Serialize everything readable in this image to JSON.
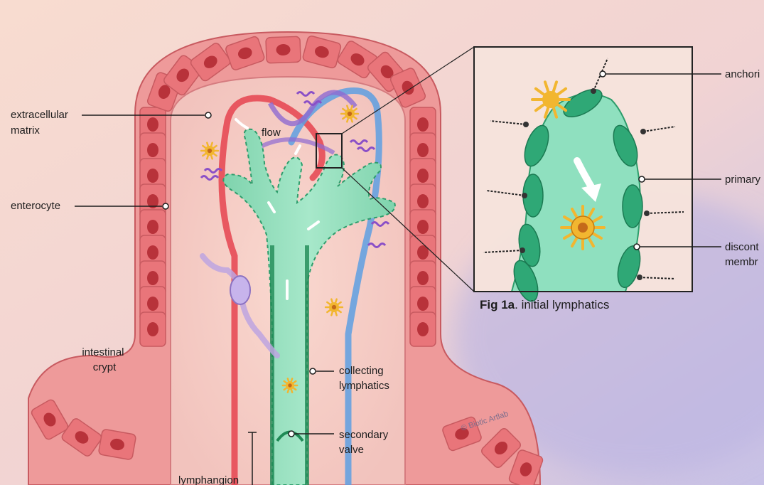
{
  "labels": {
    "extracellular_matrix": [
      "extracellular",
      "matrix"
    ],
    "enterocyte": "enterocyte",
    "flow": "flow",
    "intestinal_crypt": [
      "intestinal",
      "crypt"
    ],
    "collecting_lymphatics": [
      "collecting",
      "lymphatics"
    ],
    "secondary_valve": [
      "secondary",
      "valve"
    ],
    "lymphangion": "lymphangion",
    "anchoring": "anchori",
    "primary": "primary",
    "discontinuous": [
      "discont",
      "membr"
    ]
  },
  "caption": {
    "bold": "Fig 1a",
    "rest": ". initial lymphatics"
  },
  "credit": "© Biotic Artlab",
  "colors": {
    "epithelium": "#e9757a",
    "nucleus": "#b8323a",
    "lacteal": "#8fdcb8",
    "lacteal_stroke": "#2e9d6c",
    "artery": "#e5434f",
    "vein": "#5d9fe2",
    "collagen": "#8a4fc7",
    "immune_cell": "#f2b630",
    "endothelial": "#2fa876"
  }
}
